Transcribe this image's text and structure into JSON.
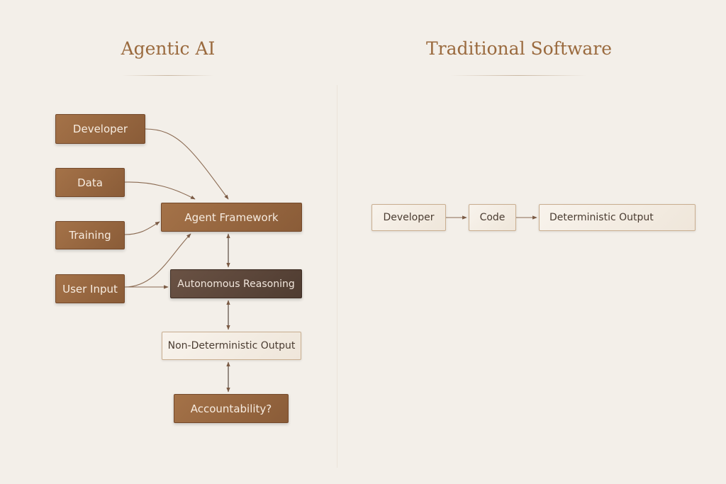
{
  "left": {
    "title": "Agentic AI",
    "inputs": [
      "Developer",
      "Data",
      "Training",
      "User Input"
    ],
    "agent_framework": "Agent Framework",
    "autonomous_reasoning": "Autonomous Reasoning",
    "output": "Non-Deterministic Output",
    "accountability": "Accountability?"
  },
  "right": {
    "title": "Traditional Software",
    "developer": "Developer",
    "code": "Code",
    "output": "Deterministic Output"
  },
  "colors": {
    "accent": "#9a6a3e",
    "box_brown": "#966640",
    "box_dark": "#5c4639",
    "box_light": "#f4ede3"
  }
}
